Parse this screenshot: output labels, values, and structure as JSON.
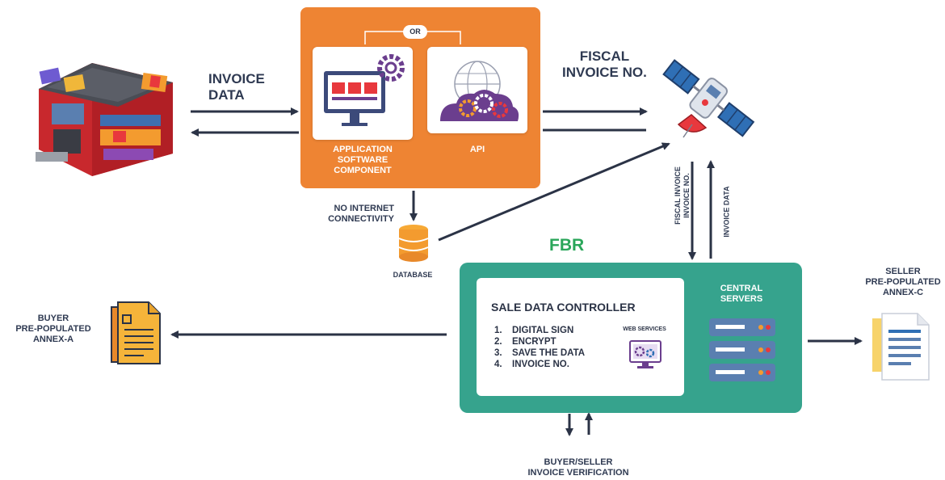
{
  "labels": {
    "invoice_data": "INVOICE\nDATA",
    "fiscal_invoice_no": "FISCAL\nINVOICE NO.",
    "or": "OR",
    "application_software_component": "APPLICATION\nSOFTWARE\nCOMPONENT",
    "api": "API",
    "no_internet": "NO INTERNET\nCONNECTIVITY",
    "database": "DATABASE",
    "fbr": "FBR",
    "fiscal_invoice_vertical": "FISCAL INVOICE\nINVOICE NO.",
    "invoice_data_vertical": "INVOICE DATA",
    "sale_data_controller": "SALE DATA CONTROLLER",
    "web_services": "WEB SERVICES",
    "central_servers": "CENTRAL\nSERVERS",
    "buyer_annex": "BUYER\nPRE-POPULATED\nANNEX-A",
    "seller_annex": "SELLER\nPRE-POPULATED\nANNEX-C",
    "verification": "BUYER/SELLER\nINVOICE VERIFICATION"
  },
  "steps": [
    {
      "num": "1.",
      "text": "DIGITAL SIGN"
    },
    {
      "num": "2.",
      "text": "ENCRYPT"
    },
    {
      "num": "3.",
      "text": "SAVE THE DATA"
    },
    {
      "num": "4.",
      "text": "INVOICE NO."
    }
  ],
  "colors": {
    "orange": "#ee8433",
    "teal": "#36a38d",
    "fbr_green": "#2aa65a",
    "arrow": "#2b3346",
    "purple": "#6b3e8e",
    "navy": "#3c4a7a"
  }
}
